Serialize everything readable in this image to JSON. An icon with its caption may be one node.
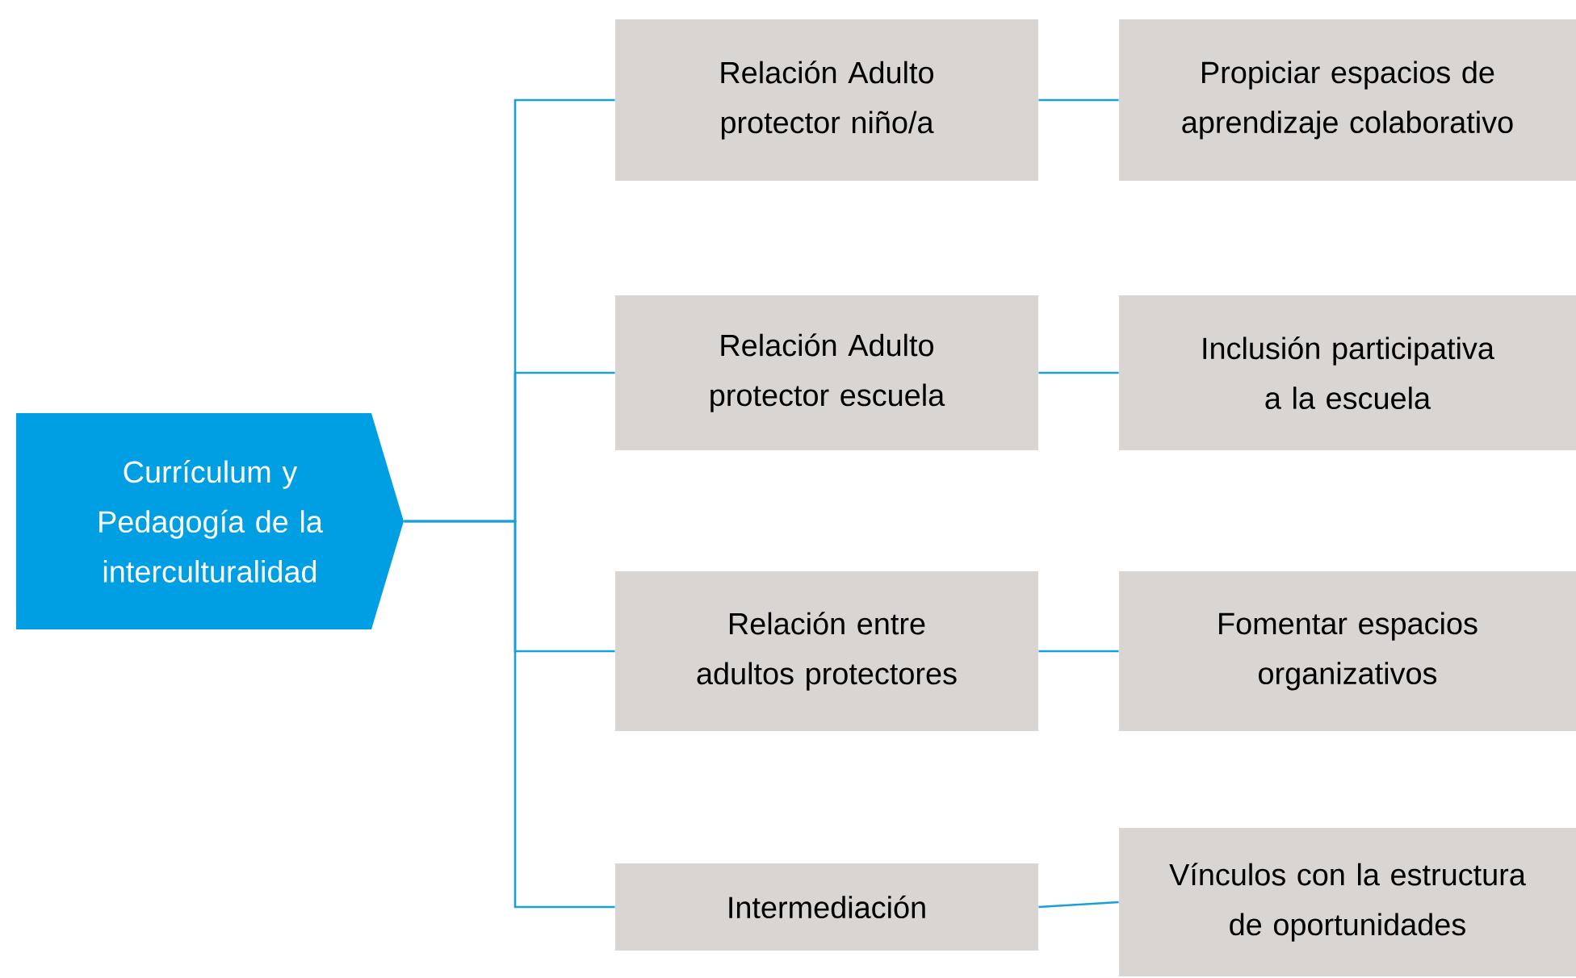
{
  "diagram": {
    "nodes": [
      {
        "text": [
          "Currículum y Pedagogía de la interculturalidad"
        ]
      },
      {
        "text": [
          "Relación Adulto protector niño/a"
        ]
      },
      {
        "text": [
          "Relación Adulto protector escuela"
        ]
      },
      {
        "text": [
          "Relación entre adultos protectores"
        ]
      },
      {
        "text": [
          "Intermediación"
        ]
      },
      {
        "text": [
          "Propiciar espacios de aprendizaje colaborativo"
        ]
      },
      {
        "text": [
          "Inclusión participativa a la escuela"
        ]
      },
      {
        "text": [
          "Fomentar espacios organizativos"
        ]
      },
      {
        "text": [
          "Vínculos con la estructura de oportunidades"
        ]
      }
    ],
    "edges": [
      {
        "from": 0,
        "to": 1,
        "arrow": "none"
      },
      {
        "from": 0,
        "to": 2,
        "arrow": "none"
      },
      {
        "from": 0,
        "to": 3,
        "arrow": "none"
      },
      {
        "from": 0,
        "to": 4,
        "arrow": "none"
      },
      {
        "from": 1,
        "to": 5,
        "arrow": "none"
      },
      {
        "from": 2,
        "to": 6,
        "arrow": "none"
      },
      {
        "from": 3,
        "to": 7,
        "arrow": "none"
      },
      {
        "from": 4,
        "to": 8,
        "arrow": "none"
      }
    ]
  }
}
